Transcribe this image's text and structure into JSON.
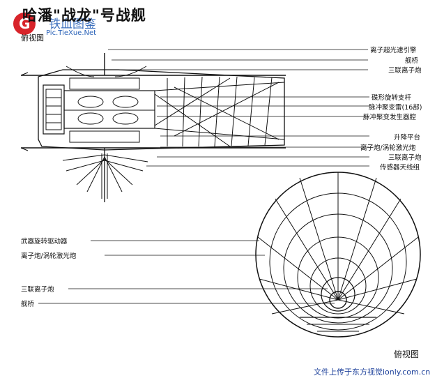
{
  "title": "哈潘\"战龙\"号战舰",
  "subtitle": "俯视图",
  "watermark": {
    "site": "Pic.TieXue.Net",
    "logo_text": "铁血图鉴"
  },
  "labels_right": [
    "离子超光速引擎",
    "舰桥",
    "三联离子炮",
    "碟形旋转支杆",
    "脉冲聚变雷(16部)",
    "脉冲聚变发生器腔",
    "升降平台",
    "离子炮/涡轮激光炮",
    "三联离子炮",
    "传感器天线组"
  ],
  "labels_left": [
    "武器旋转驱动器",
    "离子炮/涡轮激光炮",
    "三联离子炮",
    "舰桥"
  ],
  "bottom_caption": "俯视图",
  "footer": "文件上传于东方视觉ionly.com.cn",
  "colors": {
    "ink": "#111111",
    "paper": "#ffffff",
    "watermark": "#2a62b8",
    "logo_red": "#d8242a"
  }
}
